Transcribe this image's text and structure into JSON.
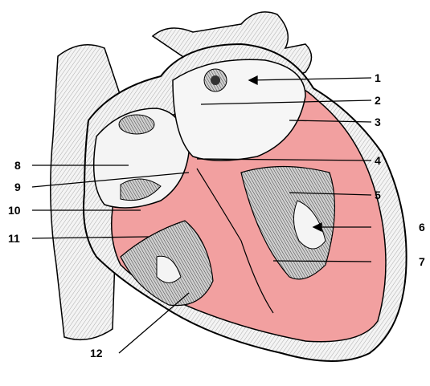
{
  "labels": {
    "l1": "1",
    "l2": "2",
    "l3": "3",
    "l4": "4",
    "l5": "5",
    "l6": "6",
    "l7": "7",
    "l8": "8",
    "l9": "9",
    "l10": "10",
    "l11": "11",
    "l12": "12"
  },
  "colors": {
    "myocardium": "#f2a0a0",
    "tissue": "#eeeeee",
    "shadow": "#555555",
    "ink": "#000000"
  }
}
